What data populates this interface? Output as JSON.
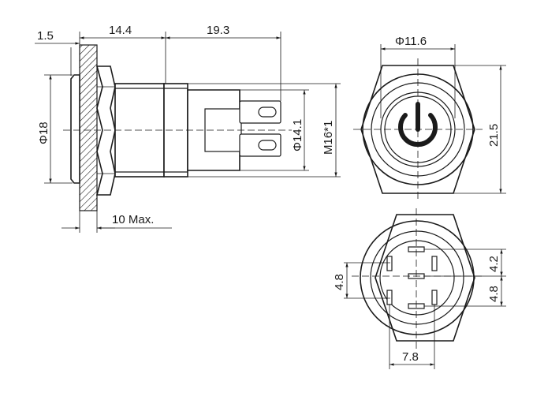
{
  "drawing": {
    "side_view": {
      "dim_flange": "1.5",
      "dim_head_to_body": "14.4",
      "dim_terminal_length": "19.3",
      "dim_head_dia": "Φ18",
      "dim_body_dia": "Φ14.1",
      "dim_thread": "M16*1",
      "dim_panel_max": "10 Max."
    },
    "front_view": {
      "dim_ring_dia": "Φ11.6",
      "dim_hex_flats": "21.5",
      "symbol": "power-symbol"
    },
    "back_view": {
      "dim_left_pitch": "4.8",
      "dim_right_pitch_top": "4.2",
      "dim_right_pitch_bottom": "4.8",
      "dim_width": "7.8"
    }
  }
}
